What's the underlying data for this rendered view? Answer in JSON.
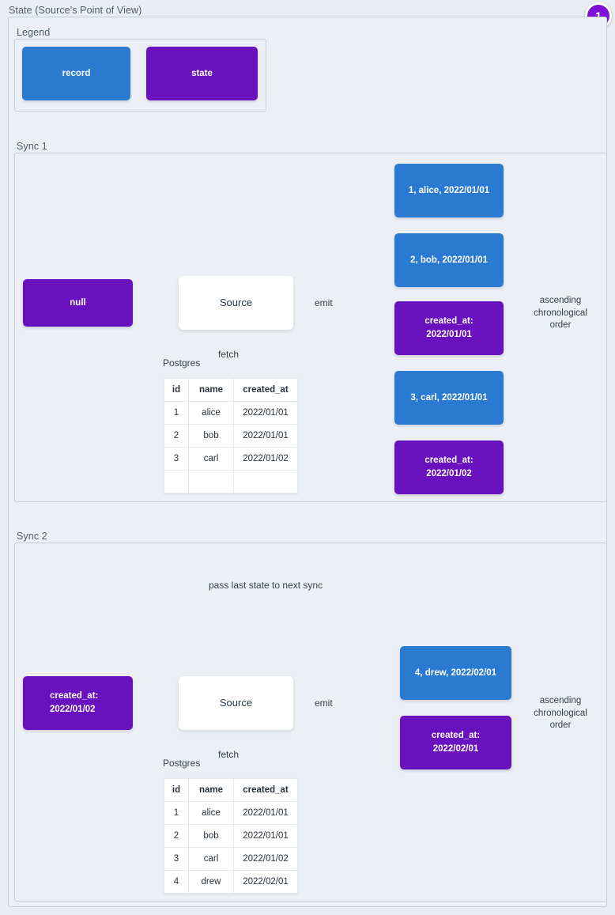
{
  "diagram": {
    "title": "State (Source's Point of View)",
    "badge": "1"
  },
  "legend": {
    "label": "Legend",
    "items": [
      {
        "name": "record",
        "color": "#2a7ad2"
      },
      {
        "name": "state",
        "color": "#6a11bf"
      }
    ]
  },
  "sync1": {
    "label": "Sync 1",
    "input_state": "null",
    "source_label": "Source",
    "db_label": "Postgres",
    "fetch_label": "fetch",
    "emit_label": "emit",
    "order_note": "ascending\nchronological\norder",
    "order_note_lines": [
      "ascending",
      "chronological",
      "order"
    ],
    "emitted": [
      {
        "kind": "record",
        "text": "1, alice, 2022/01/01"
      },
      {
        "kind": "record",
        "text": "2, bob, 2022/01/01"
      },
      {
        "kind": "state",
        "line1": "created_at:",
        "line2": "2022/01/01"
      },
      {
        "kind": "record",
        "text": "3, carl, 2022/01/01"
      },
      {
        "kind": "state",
        "line1": "created_at:",
        "line2": "2022/01/02"
      }
    ],
    "table": {
      "columns": [
        "id",
        "name",
        "created_at"
      ],
      "rows": [
        [
          "1",
          "alice",
          "2022/01/01"
        ],
        [
          "2",
          "bob",
          "2022/01/01"
        ],
        [
          "3",
          "carl",
          "2022/01/02"
        ],
        [
          "",
          "",
          ""
        ]
      ]
    }
  },
  "sync2": {
    "label": "Sync 2",
    "input_state_line1": "created_at:",
    "input_state_line2": "2022/01/02",
    "source_label": "Source",
    "db_label": "Postgres",
    "fetch_label": "fetch",
    "emit_label": "emit",
    "order_note_lines": [
      "ascending",
      "chronological",
      "order"
    ],
    "emitted": [
      {
        "kind": "record",
        "text": "4, drew, 2022/02/01"
      },
      {
        "kind": "state",
        "line1": "created_at:",
        "line2": "2022/02/01"
      }
    ],
    "table": {
      "columns": [
        "id",
        "name",
        "created_at"
      ],
      "rows": [
        [
          "1",
          "alice",
          "2022/01/01"
        ],
        [
          "2",
          "bob",
          "2022/01/01"
        ],
        [
          "3",
          "carl",
          "2022/01/02"
        ],
        [
          "4",
          "drew",
          "2022/02/01"
        ]
      ]
    }
  },
  "connector": {
    "pass_state_label": "pass last state to next sync"
  }
}
